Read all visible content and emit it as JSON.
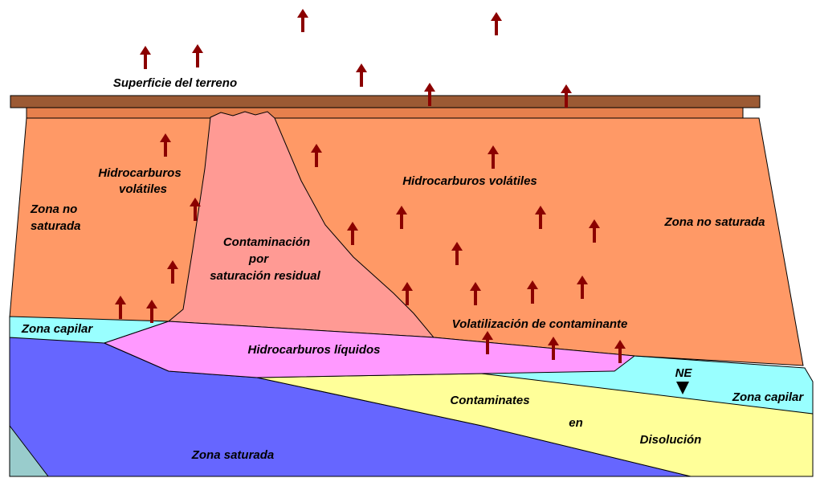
{
  "labels": {
    "surface": "Superficie del terreno",
    "volatile_left_1": "Hidrocarburos",
    "volatile_left_2": "volátiles",
    "unsat_left_1": "Zona no",
    "unsat_left_2": "saturada",
    "plume_1": "Contaminación",
    "plume_2": "por",
    "plume_3": "saturación residual",
    "volatile_center": "Hidrocarburos volátiles",
    "unsat_right": "Zona no saturada",
    "volatilization": "Volatilización de contaminante",
    "capillary_left": "Zona capilar",
    "liquid_hc": "Hidrocarburos líquidos",
    "water_table": "NE",
    "capillary_right": "Zona capilar",
    "dissolved_1": "Contaminates",
    "dissolved_2": "en",
    "dissolved_3": "Disolución",
    "saturated": "Zona saturada"
  },
  "colors": {
    "surface_band": "#9c5a34",
    "topsoil": "#e6804d",
    "unsaturated_zone": "#ff9966",
    "residual_plume": "#ff9a94",
    "capillary_zone": "#99ffff",
    "liquid_hydrocarbons": "#ff99ff",
    "saturated_zone": "#6666ff",
    "dissolved_plume": "#ffff99",
    "bedrock": "#99cccc",
    "vapor_arrow": "#8b0000"
  },
  "icons": {
    "vapor_arrow": "up-arrow",
    "water_table_marker": "down-triangle"
  }
}
